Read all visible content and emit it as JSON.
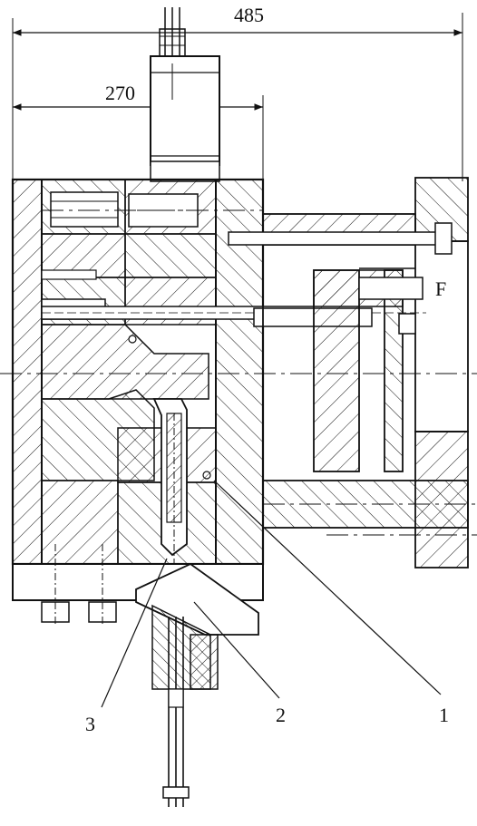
{
  "dimensions": {
    "overall_width": "485",
    "partial_width": "270"
  },
  "side_marker": "F",
  "callouts": [
    {
      "id": "1",
      "text": "1"
    },
    {
      "id": "2",
      "text": "2"
    },
    {
      "id": "3",
      "text": "3"
    }
  ],
  "colors": {
    "ink": "#111111",
    "paper": "#ffffff"
  }
}
